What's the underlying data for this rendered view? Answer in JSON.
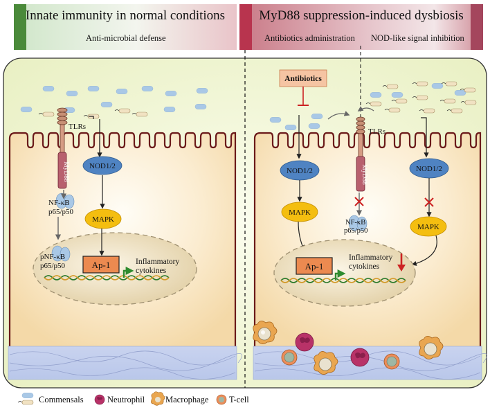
{
  "header": {
    "left": {
      "title": "Innate immunity in normal conditions",
      "subtitle": "Anti-microbial defense",
      "colors": {
        "accent": "#4a8a3a",
        "gradient_start": "#cfe6c9"
      }
    },
    "right": {
      "title": "MyD88 suppression-induced dysbiosis",
      "subtitle_left": "Antibiotics administration",
      "subtitle_right": "NOD-like signal inhibition",
      "colors": {
        "accent": "#b8344e",
        "accent_right": "#a4465d"
      }
    }
  },
  "left_panel": {
    "tlrs": "TLRs",
    "myd88": "MyD88",
    "nfkb": [
      "NF-κB",
      "p65/p50"
    ],
    "pnfkb": [
      "pNF-κB",
      "p65/p50"
    ],
    "nod": "NOD1/2",
    "mapk": "MAPK",
    "ap1": "Ap-1",
    "cytokines": [
      "Inflammatory",
      "cytokines"
    ]
  },
  "right_panel": {
    "antibiotics": "Antibiotics",
    "tlrs": "TLRs",
    "myd88": "MyD88",
    "nod_left": "NOD1/2",
    "nod_right": "NOD1/2",
    "mapk_left": "MAPK",
    "mapk_right": "MAPK",
    "nfkb": [
      "NF-κB",
      "p65/p50"
    ],
    "ap1": "Ap-1",
    "cytokines": [
      "Inflammatory",
      "cytokines"
    ]
  },
  "legend": {
    "commensals": "Commensals",
    "neutrophil": "Neutrophil",
    "macrophage": "Macrophage",
    "tcell": "T-cell"
  },
  "colors": {
    "cytoplasm": "#f8e3bd",
    "membrane": "#7a1f1f",
    "nucleus": "#e9d9b5",
    "node_blue": "#4f83c2",
    "node_yellow": "#f4be10",
    "ap1": "#ec8a50",
    "inhibit": "#cc2222",
    "promoter": "#2e8b2e",
    "commensal_blue": "#a9c8e6",
    "commensal_tan": "#f1e2c2",
    "neutrophil": "#b83268",
    "macrophage": "#e9a650",
    "tcell": "#ec8d5a"
  }
}
